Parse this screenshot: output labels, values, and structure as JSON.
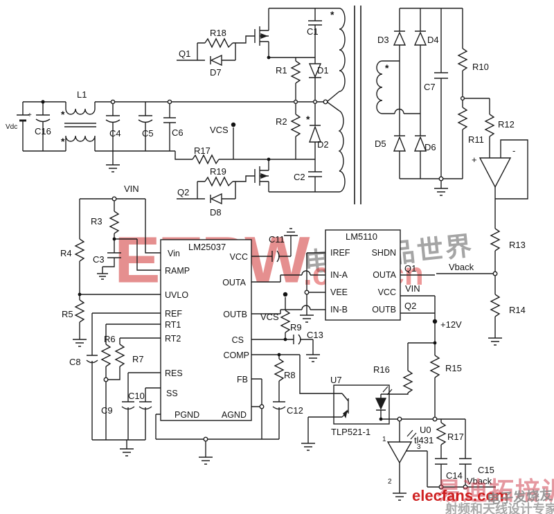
{
  "sym": {
    "star": "*",
    "plus": "+",
    "minus": "-"
  },
  "input": {
    "vdc": "Vdc",
    "c16": "C16",
    "l1": "L1",
    "c4": "C4",
    "c5": "C5",
    "c6": "C6",
    "r17": "R17",
    "vcs": "VCS",
    "vin": "VIN"
  },
  "gates": {
    "q1": "Q1",
    "r18": "R18",
    "d7": "D7",
    "q2": "Q2",
    "r19": "R19",
    "d8": "D8"
  },
  "primary": {
    "c1": "C1",
    "r1": "R1",
    "d1": "D1",
    "r2": "R2",
    "d2": "D2",
    "c2": "C2"
  },
  "secondary": {
    "d3": "D3",
    "d4": "D4",
    "d5": "D5",
    "d6": "D6",
    "c7": "C7",
    "r10": "R10",
    "r11": "R11",
    "r12": "R12",
    "r13": "R13",
    "r14": "R14",
    "vback": "Vback"
  },
  "ctrl": {
    "name": "LM25037",
    "vin": "Vin",
    "ramp": "RAMP",
    "uvlo": "UVLO",
    "ref": "REF",
    "rt1": "RT1",
    "rt2": "RT2",
    "res": "RES",
    "ss": "SS",
    "pgnd": "PGND",
    "vcc": "VCC",
    "outa": "OUTA",
    "outb": "OUTB",
    "cs": "CS",
    "comp": "COMP",
    "fb": "FB",
    "agnd": "AGND"
  },
  "bias": {
    "r3": "R3",
    "c3": "C3",
    "r4": "R4",
    "r5": "R5",
    "r6": "R6",
    "r7": "R7",
    "c8": "C8",
    "c9": "C9",
    "c10": "C10",
    "c11": "C11",
    "vcs": "VCS",
    "r9": "R9",
    "c13": "C13",
    "r8": "R8",
    "c12": "C12"
  },
  "drv": {
    "name": "LM5110",
    "iref": "IREF",
    "ina": "IN-A",
    "vee": "VEE",
    "inb": "IN-B",
    "shdn": "SHDN",
    "outa": "OUTA",
    "vcc": "VCC",
    "outb": "OUTB",
    "q1": "Q1",
    "vin": "VIN",
    "q2": "Q2",
    "p12": "+12V"
  },
  "fb": {
    "u7": "U7",
    "opto": "TLP521-1",
    "r16": "R16",
    "r15": "R15",
    "u0": "U0",
    "tl431": "tl431",
    "r17": "R17",
    "c14": "C14",
    "c15": "C15",
    "vback": "Vback",
    "p1": "1",
    "p2": "2",
    "p3": "3"
  },
  "wm": {
    "eepw": "EEPW",
    "world": "电子产品世界",
    "comcn": ".com.cn",
    "edatop": "易迪拓培训",
    "elecfans": "elecfans.com",
    "fans": "电子发烧友",
    "rf": "射频和天线设计专家"
  }
}
